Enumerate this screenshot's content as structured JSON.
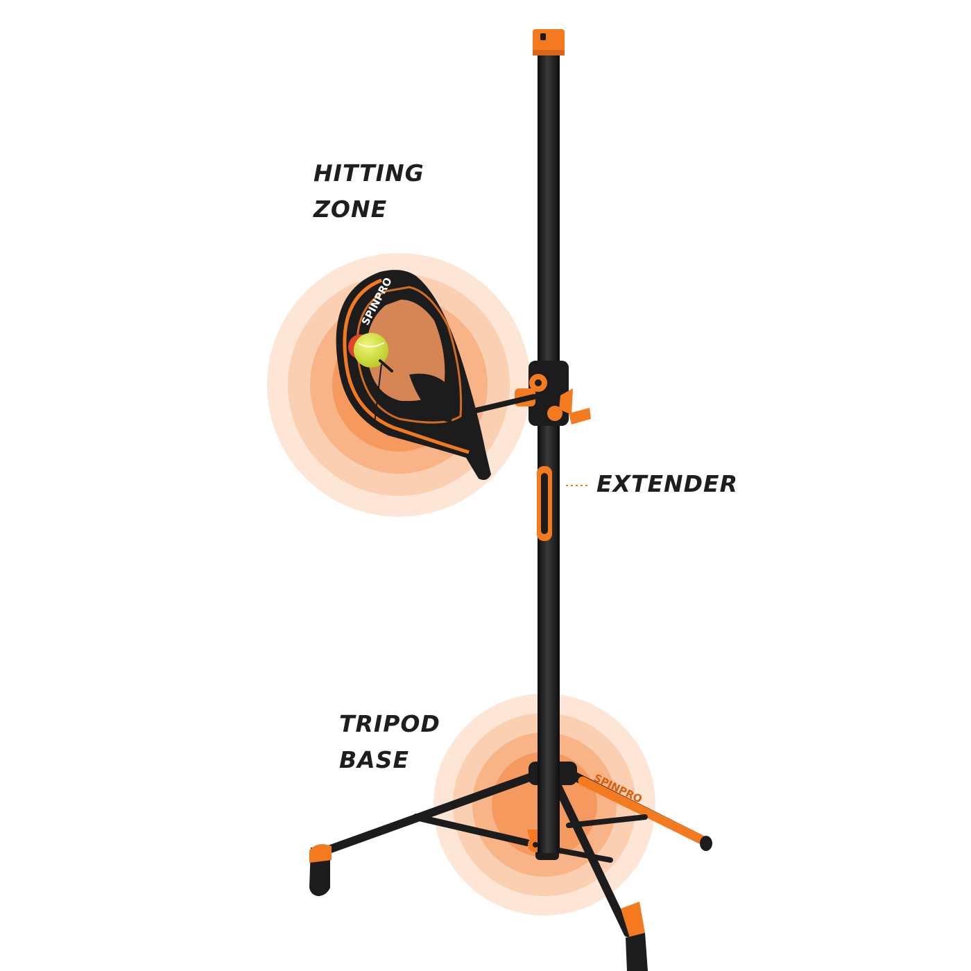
{
  "labels": {
    "hitting_zone": [
      "HITTING",
      "ZONE"
    ],
    "extender": "EXTENDER",
    "tripod_base": [
      "TRIPOD",
      "BASE"
    ]
  },
  "brand": {
    "paddle": "SPINPRO",
    "base": "SPINPRO"
  },
  "colors": {
    "accent": "#f47a20",
    "pole": "#1c1c1c",
    "ball": "#d8e63a",
    "label_text": "#1e1e1e",
    "glow": "#f7b48a"
  }
}
